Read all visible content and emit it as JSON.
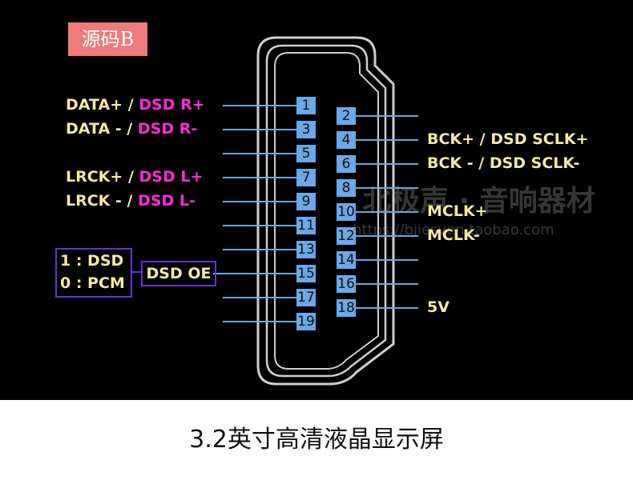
{
  "badge": "源码B",
  "pins": [
    "1",
    "2",
    "3",
    "4",
    "5",
    "6",
    "7",
    "8",
    "9",
    "10",
    "11",
    "12",
    "13",
    "14",
    "15",
    "16",
    "17",
    "18",
    "19"
  ],
  "left_labels": {
    "pin1": {
      "yellow": "DATA+ / ",
      "magenta": "DSD R+"
    },
    "pin3": {
      "yellow": "DATA - / ",
      "magenta": "DSD R-"
    },
    "pin7": {
      "yellow": "LRCK+ / ",
      "magenta": "DSD L+"
    },
    "pin9": {
      "yellow": "LRCK - / ",
      "magenta": "DSD L-"
    }
  },
  "right_labels": {
    "pin4": "BCK+ / DSD SCLK+",
    "pin6": "BCK - / DSD SCLK-",
    "pin10": "MCLK+",
    "pin12": "MCLK-",
    "pin18": "5V"
  },
  "dsd_oe": {
    "mode_line1": "1 : DSD",
    "mode_line2": "0 : PCM",
    "label": "DSD OE"
  },
  "watermark": {
    "text": "北极声 · 音响器材",
    "url": "https://bjiesven.taobao.com"
  },
  "caption": "3.2英寸高清液晶显示屏",
  "colors": {
    "pin_blue": "#6aa8e8",
    "label_yellow": "#f4eaa0",
    "label_magenta": "#ff2bd6",
    "badge_red": "#f07a7a",
    "box_purple": "#6a30d8"
  }
}
